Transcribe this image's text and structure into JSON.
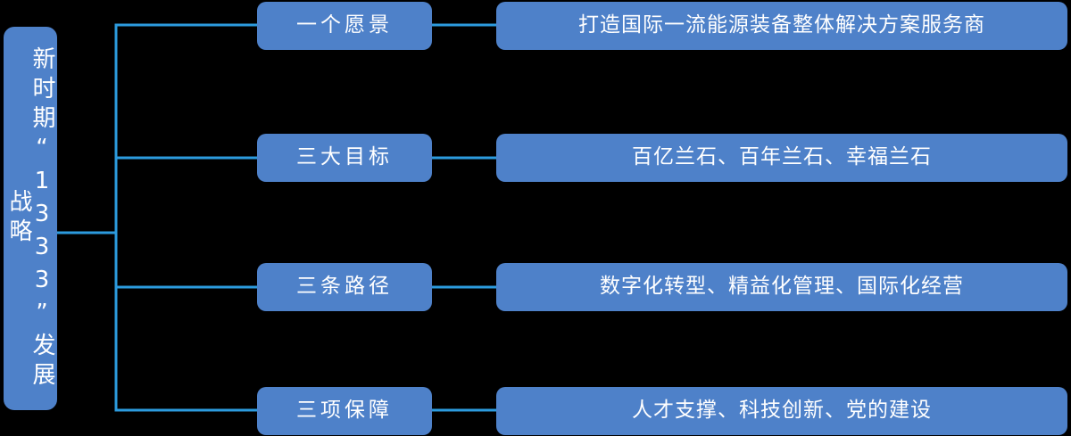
{
  "diagram": {
    "type": "org-tree",
    "title_visible": false,
    "colors": {
      "background": "#000000",
      "node_fill": "#4E81C9",
      "node_text": "#FFFFFF",
      "connector_line": "#2C9BDE"
    },
    "root": {
      "label": "新时期“1333”发展战略",
      "orientation": "vertical"
    },
    "branches": [
      {
        "category": "一个愿景",
        "detail": "打造国际一流能源装备整体解决方案服务商"
      },
      {
        "category": "三大目标",
        "detail": "百亿兰石、百年兰石、幸福兰石"
      },
      {
        "category": "三条路径",
        "detail": "数字化转型、精益化管理、国际化经营"
      },
      {
        "category": "三项保障",
        "detail": "人才支撑、科技创新、党的建设"
      }
    ]
  }
}
